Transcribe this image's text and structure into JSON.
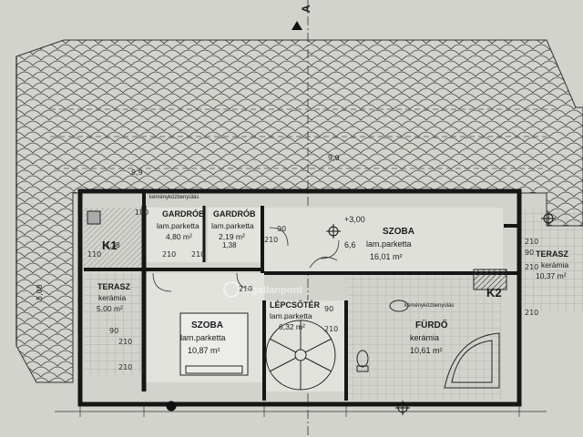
{
  "marker": "A",
  "watermark": "ingatlanpont",
  "rooms": [
    {
      "id": "gardrob1",
      "name": "GARDRÓB",
      "floor": "lam.parketta",
      "area": "4,80 m²"
    },
    {
      "id": "gardrob2",
      "name": "GARDRÓB",
      "floor": "lam.parketta",
      "area": "2,19 m²"
    },
    {
      "id": "szoba_top",
      "name": "SZOBA",
      "floor": "lam.parketta",
      "area": "16,01 m²"
    },
    {
      "id": "terasz_left",
      "name": "TERASZ",
      "floor": "kerámia",
      "area": "5,00 m²"
    },
    {
      "id": "szoba_left",
      "name": "SZOBA",
      "floor": "lam.parketta",
      "area": "10,87 m²"
    },
    {
      "id": "lepcsoter",
      "name": "LÉPCSŐTÉR",
      "floor": "lam.parketta",
      "area": "6,32 m²"
    },
    {
      "id": "furdo",
      "name": "FÜRDŐ",
      "floor": "kerámia",
      "area": "10,61 m²"
    },
    {
      "id": "terasz_right",
      "name": "TERASZ",
      "floor": "kerámia",
      "area": "10,37 m²"
    }
  ],
  "tags": {
    "k1": "K1",
    "k2": "K2",
    "level": "+3,00",
    "chimney": "kéményközbenyúlás",
    "chimney2": "kéményközbenyúlás",
    "area_small": "6,6",
    "area_small2": "1,38",
    "area_small3": "1,38"
  },
  "dims": {
    "d1": "180",
    "d2": "210",
    "d3": "210",
    "d4": "90",
    "d5": "210",
    "d6": "210",
    "d7": "90",
    "d8": "210",
    "d9": "5,08",
    "d10": "210",
    "d11": "90",
    "d12": "210",
    "d13": "210",
    "d14": "90",
    "d15": "210",
    "d16": "210",
    "d17": "110",
    "d18": "9,9",
    "d19": "9,9"
  }
}
